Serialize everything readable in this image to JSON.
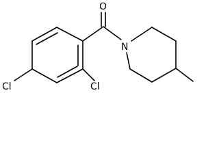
{
  "molecule": {
    "atoms": {
      "oxygen": "O",
      "nitrogen": "N",
      "chlorine_left": "Cl",
      "chlorine_right": "Cl"
    },
    "colors": {
      "bond": "#000000",
      "label": "#000000",
      "background": "#ffffff"
    }
  }
}
